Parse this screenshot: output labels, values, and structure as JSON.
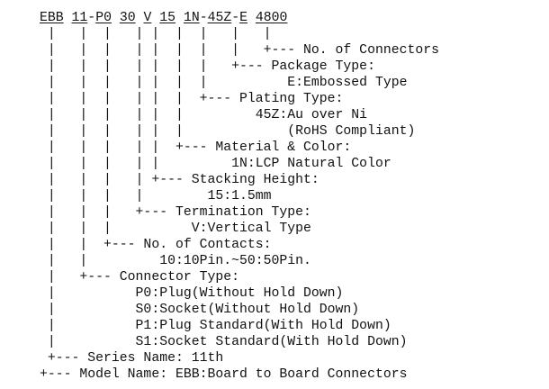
{
  "part_number_segments": [
    {
      "text": "EBB",
      "underline": true
    },
    {
      "text": " ",
      "underline": false
    },
    {
      "text": "11",
      "underline": true
    },
    {
      "text": "-",
      "underline": false
    },
    {
      "text": "P0",
      "underline": true
    },
    {
      "text": " ",
      "underline": false
    },
    {
      "text": "30",
      "underline": true
    },
    {
      "text": " ",
      "underline": false
    },
    {
      "text": "V",
      "underline": true
    },
    {
      "text": " ",
      "underline": false
    },
    {
      "text": "15",
      "underline": true
    },
    {
      "text": " ",
      "underline": false
    },
    {
      "text": "1N",
      "underline": true
    },
    {
      "text": "-",
      "underline": false
    },
    {
      "text": "45Z",
      "underline": true
    },
    {
      "text": "-",
      "underline": false
    },
    {
      "text": "E",
      "underline": true
    },
    {
      "text": " ",
      "underline": false
    },
    {
      "text": "4800",
      "underline": true
    }
  ],
  "lines": [
    " |   |  |   | |  |  |   |   |",
    " |   |  |   | |  |  |   |   +--- No. of Connectors",
    " |   |  |   | |  |  |   +--- Package Type:",
    " |   |  |   | |  |  |          E:Embossed Type",
    " |   |  |   | |  |  +--- Plating Type:",
    " |   |  |   | |  |         45Z:Au over Ni",
    " |   |  |   | |  |             (RoHS Compliant)",
    " |   |  |   | |  +--- Material & Color:",
    " |   |  |   | |         1N:LCP Natural Color",
    " |   |  |   | +--- Stacking Height:",
    " |   |  |   |        15:1.5mm",
    " |   |  |   +--- Termination Type:",
    " |   |  |          V:Vertical Type",
    " |   |  +--- No. of Contacts:",
    " |   |         10:10Pin.~50:50Pin.",
    " |   +--- Connector Type:",
    " |          P0:Plug(Without Hold Down)",
    " |          S0:Socket(Without Hold Down)",
    " |          P1:Plug Standard(With Hold Down)",
    " |          S1:Socket Standard(With Hold Down)",
    " +--- Series Name: 11th",
    "+--- Model Name: EBB:Board to Board Connectors"
  ]
}
